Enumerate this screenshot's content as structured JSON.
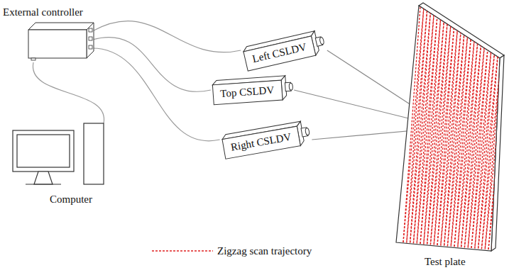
{
  "diagram": {
    "nodes": [
      {
        "text": [
          "External controller"
        ]
      },
      {
        "text": [
          "Left CSLDV"
        ]
      },
      {
        "text": [
          "Top CSLDV"
        ]
      },
      {
        "text": [
          "Right CSLDV"
        ]
      },
      {
        "text": [
          "Computer"
        ]
      },
      {
        "text": [
          "Test plate"
        ]
      }
    ],
    "edges": [
      {
        "from": 0,
        "to": 1,
        "arrow": "none"
      },
      {
        "from": 0,
        "to": 2,
        "arrow": "none"
      },
      {
        "from": 0,
        "to": 3,
        "arrow": "none"
      },
      {
        "from": 0,
        "to": 4,
        "arrow": "none"
      },
      {
        "from": 1,
        "to": 5,
        "arrow": "none"
      },
      {
        "from": 2,
        "to": 5,
        "arrow": "none"
      },
      {
        "from": 3,
        "to": 5,
        "arrow": "none"
      }
    ],
    "legend": [
      {
        "text": "Zigzag scan trajectory"
      }
    ]
  }
}
